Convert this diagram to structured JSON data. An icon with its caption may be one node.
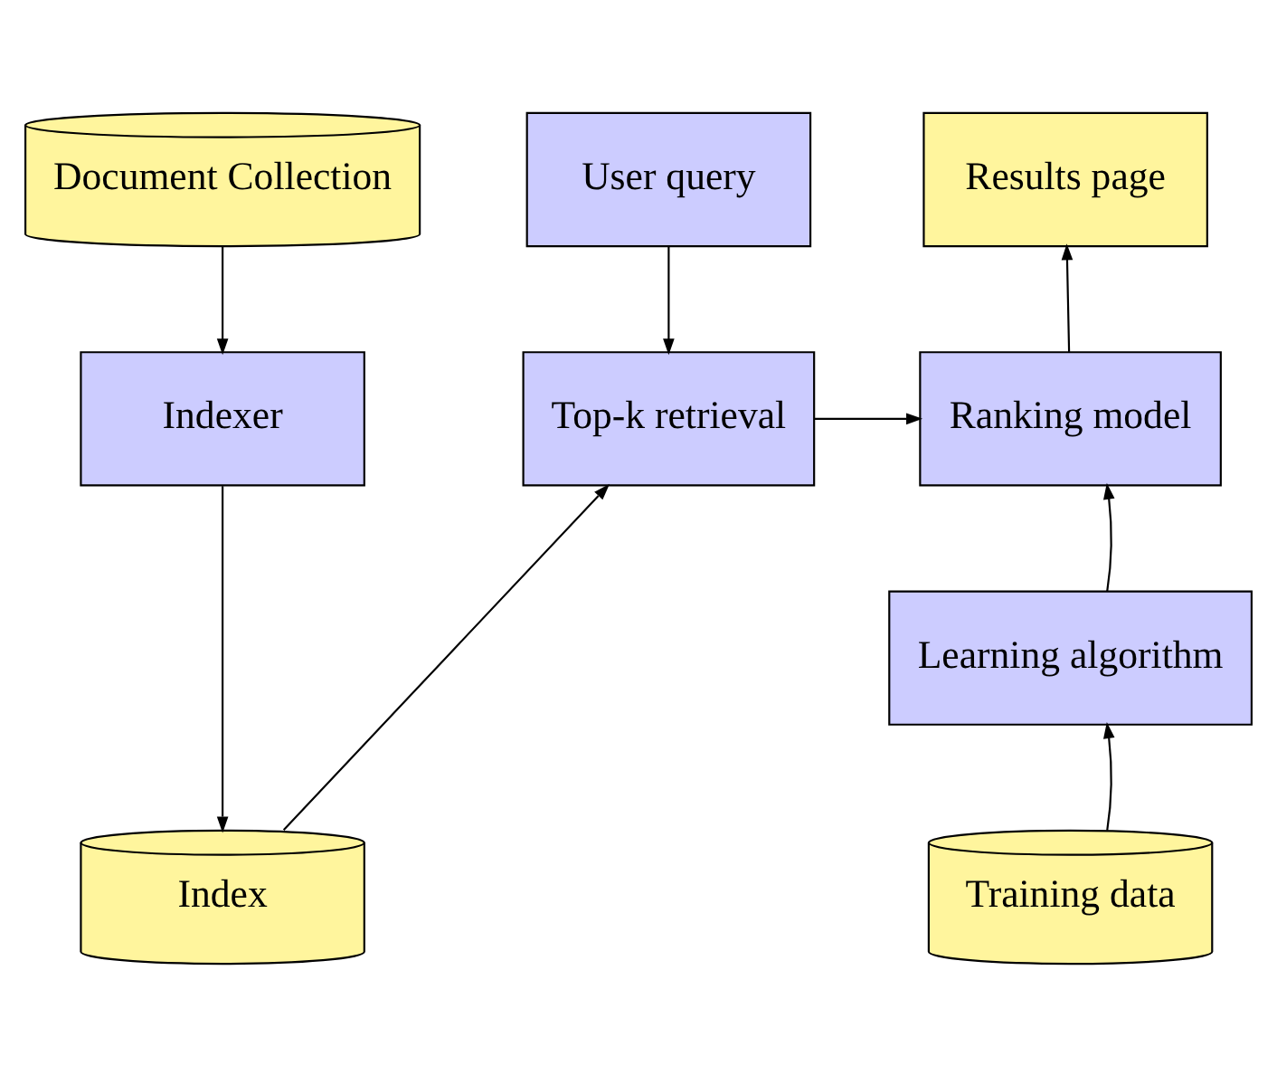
{
  "diagram": {
    "nodes": [
      {
        "text": [
          "Document Collection"
        ]
      },
      {
        "text": [
          "User query"
        ]
      },
      {
        "text": [
          "Results page"
        ]
      },
      {
        "text": [
          "Indexer"
        ]
      },
      {
        "text": [
          "Top-k retrieval"
        ]
      },
      {
        "text": [
          "Ranking model"
        ]
      },
      {
        "text": [
          "Learning algorithm"
        ]
      },
      {
        "text": [
          "Index"
        ]
      },
      {
        "text": [
          "Training data"
        ]
      }
    ],
    "edges": [
      {
        "from": 0,
        "to": 3,
        "arrow": "to"
      },
      {
        "from": 1,
        "to": 4,
        "arrow": "to"
      },
      {
        "from": 3,
        "to": 7,
        "arrow": "to"
      },
      {
        "from": 7,
        "to": 4,
        "arrow": "to"
      },
      {
        "from": 4,
        "to": 5,
        "arrow": "to"
      },
      {
        "from": 5,
        "to": 2,
        "arrow": "to"
      },
      {
        "from": 6,
        "to": 5,
        "arrow": "to"
      },
      {
        "from": 8,
        "to": 6,
        "arrow": "to"
      }
    ]
  }
}
